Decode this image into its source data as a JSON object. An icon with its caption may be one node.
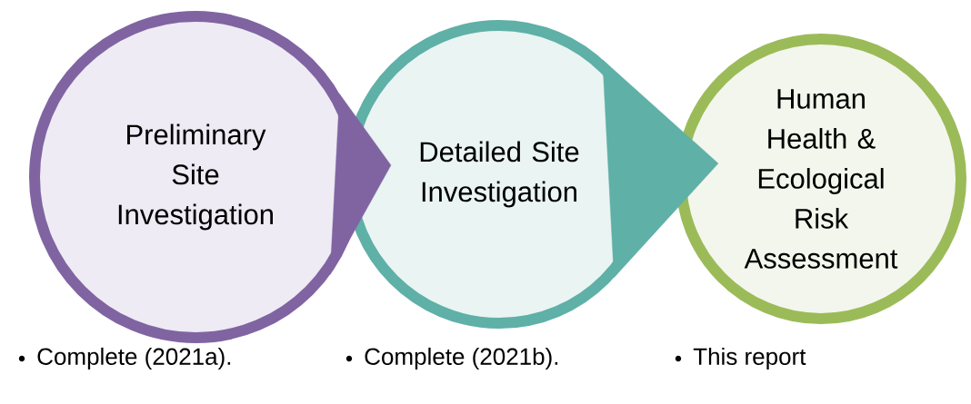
{
  "diagram": {
    "nodes": [
      {
        "text": [
          "Preliminary Site Investigation"
        ],
        "beside": [
          "Complete (2021a)."
        ]
      },
      {
        "text": [
          "Detailed Site Investigation"
        ],
        "beside": [
          "Complete (2021b)."
        ]
      },
      {
        "text": [
          "Human Health & Ecological Risk Assessment"
        ],
        "beside": [
          "This report"
        ]
      }
    ],
    "edges": [
      {
        "from": 0,
        "to": 1,
        "arrow": "to"
      },
      {
        "from": 1,
        "to": 2,
        "arrow": "to"
      }
    ]
  }
}
